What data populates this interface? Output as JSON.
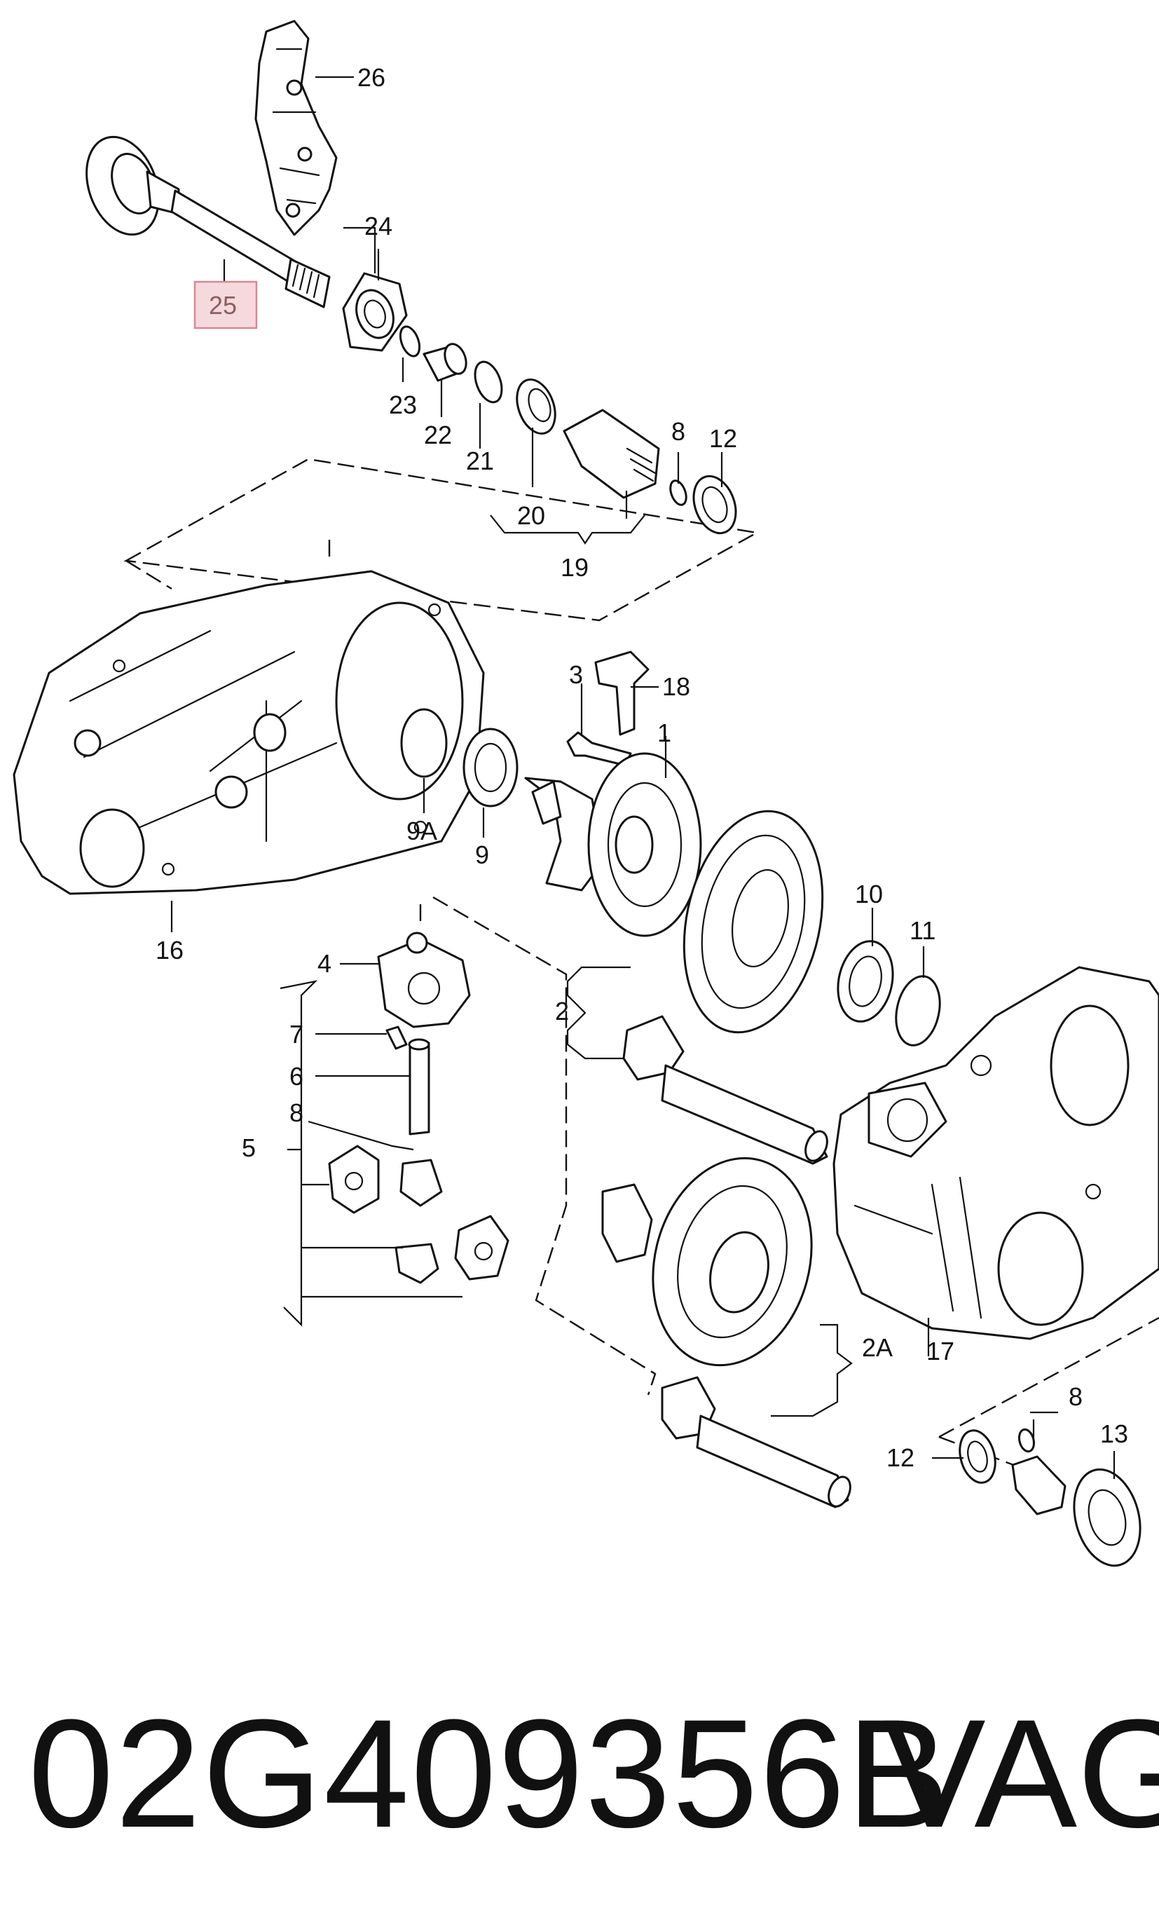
{
  "callouts": {
    "c1": "1",
    "c2": "2",
    "c2a": "2A",
    "c3": "3",
    "c4": "4",
    "c5": "5",
    "c6": "6",
    "c7": "7",
    "c8_top": "8",
    "c8_mid": "8",
    "c8_bottom": "8",
    "c9": "9",
    "c9a": "9A",
    "c10": "10",
    "c11": "11",
    "c12_top": "12",
    "c12_bottom": "12",
    "c13": "13",
    "c16": "16",
    "c17": "17",
    "c18": "18",
    "c19": "19",
    "c20": "20",
    "c21": "21",
    "c22": "22",
    "c23": "23",
    "c24": "24",
    "c25": "25",
    "c26": "26"
  },
  "highlighted_callout": "25",
  "highlight_color": "#f6d9dc",
  "footer": {
    "part_number": "02G409356B",
    "brand": "VAG"
  }
}
